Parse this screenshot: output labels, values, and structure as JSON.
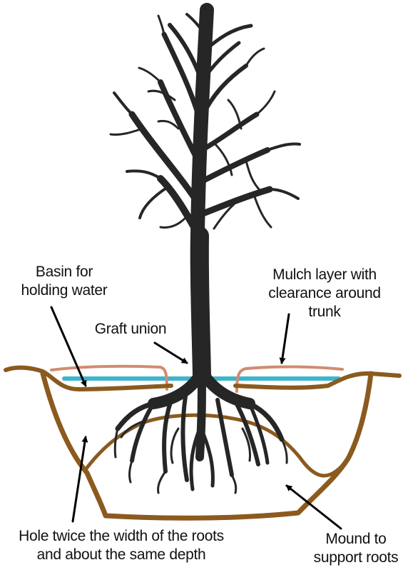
{
  "labels": {
    "basin": [
      "Basin for",
      "holding water"
    ],
    "mulch": [
      "Mulch layer with",
      "clearance around",
      "trunk"
    ],
    "graft": [
      "Graft union"
    ],
    "hole": [
      "Hole twice the width of the roots",
      "and about the same depth"
    ],
    "mound": [
      "Mound to",
      "support roots"
    ]
  },
  "colors": {
    "tree": "#262626",
    "soil": "#8b5a1e",
    "water": "#3db5cc",
    "mulch": "#d08c70",
    "arrow": "#000000",
    "text": "#111111"
  }
}
